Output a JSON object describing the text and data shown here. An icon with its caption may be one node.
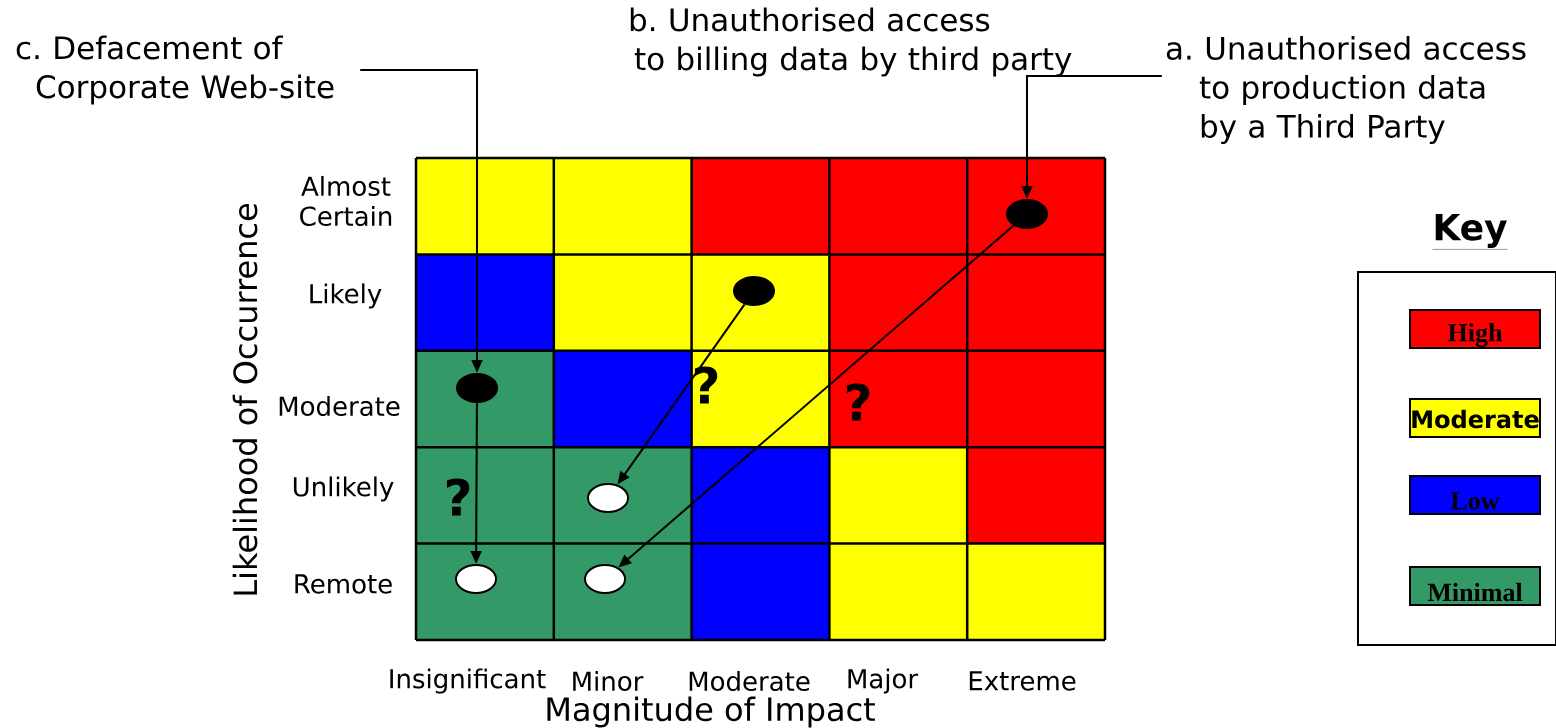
{
  "diagram": {
    "nodes": [
      {
        "text": [
          "c. Defacement of Corporate Web-site"
        ]
      },
      {
        "text": [
          "a. Unauthorised access to production data by a Third Party"
        ]
      },
      {
        "text": [],
        "shape": "ellipse"
      },
      {
        "text": [],
        "shape": "ellipse"
      },
      {
        "text": [],
        "shape": "ellipse"
      },
      {
        "text": [],
        "shape": "ellipse"
      },
      {
        "text": [],
        "shape": "ellipse"
      },
      {
        "text": [],
        "shape": "ellipse"
      }
    ],
    "edges": [
      {
        "from": 0,
        "to": 2,
        "arrow": "to"
      },
      {
        "from": 1,
        "to": 4,
        "arrow": "to"
      },
      {
        "from": 2,
        "to": 6,
        "arrow": "to"
      },
      {
        "from": 3,
        "to": 5,
        "arrow": "to"
      },
      {
        "from": 4,
        "to": 7,
        "arrow": "to"
      }
    ],
    "labels": [
      "b. Unauthorised access to billing data by third party",
      "Key",
      "Likelihood of Occurrence",
      "Almost Certain",
      "Likely",
      "Moderate",
      "Unlikely",
      "Remote",
      "?",
      "?",
      "?",
      "Insignificant",
      "Minor",
      "Moderate",
      "Major",
      "Extreme",
      "Magnitude of Impact"
    ],
    "legend": [
      {
        "text": "High",
        "color": "#ff0000"
      },
      {
        "text": "Moderate",
        "color": "#ffff00"
      },
      {
        "text": "Low",
        "color": "#0000ff"
      },
      {
        "text": "Minimal",
        "color": "#339966"
      }
    ]
  }
}
